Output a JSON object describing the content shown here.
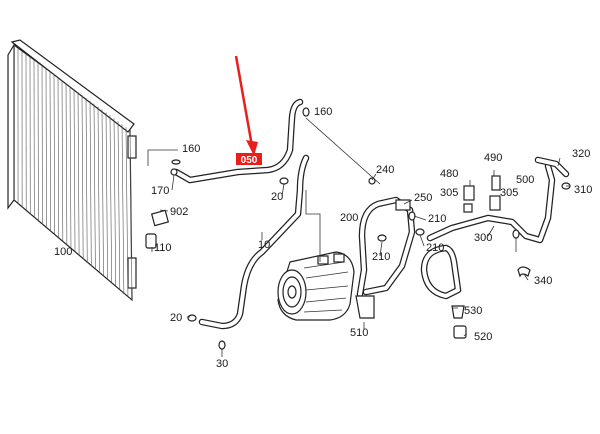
{
  "diagram": {
    "highlight_label": "050",
    "colors": {
      "accent": "#e8201c",
      "line": "#222222"
    },
    "callouts": [
      {
        "id": "c10",
        "label": "10"
      },
      {
        "id": "c20a",
        "label": "20"
      },
      {
        "id": "c20b",
        "label": "20"
      },
      {
        "id": "c30",
        "label": "30"
      },
      {
        "id": "c100",
        "label": "100"
      },
      {
        "id": "c110",
        "label": "110"
      },
      {
        "id": "c160a",
        "label": "160"
      },
      {
        "id": "c160b",
        "label": "160"
      },
      {
        "id": "c170",
        "label": "170"
      },
      {
        "id": "c200",
        "label": "200"
      },
      {
        "id": "c210a",
        "label": "210"
      },
      {
        "id": "c210b",
        "label": "210"
      },
      {
        "id": "c210c",
        "label": "210"
      },
      {
        "id": "c240",
        "label": "240"
      },
      {
        "id": "c250",
        "label": "250"
      },
      {
        "id": "c300",
        "label": "300"
      },
      {
        "id": "c305a",
        "label": "305"
      },
      {
        "id": "c305b",
        "label": "305"
      },
      {
        "id": "c310",
        "label": "310"
      },
      {
        "id": "c320",
        "label": "320"
      },
      {
        "id": "c340",
        "label": "340"
      },
      {
        "id": "c480",
        "label": "480"
      },
      {
        "id": "c490",
        "label": "490"
      },
      {
        "id": "c500",
        "label": "500"
      },
      {
        "id": "c510",
        "label": "510"
      },
      {
        "id": "c520",
        "label": "520"
      },
      {
        "id": "c530",
        "label": "530"
      },
      {
        "id": "c902",
        "label": "902"
      }
    ]
  }
}
